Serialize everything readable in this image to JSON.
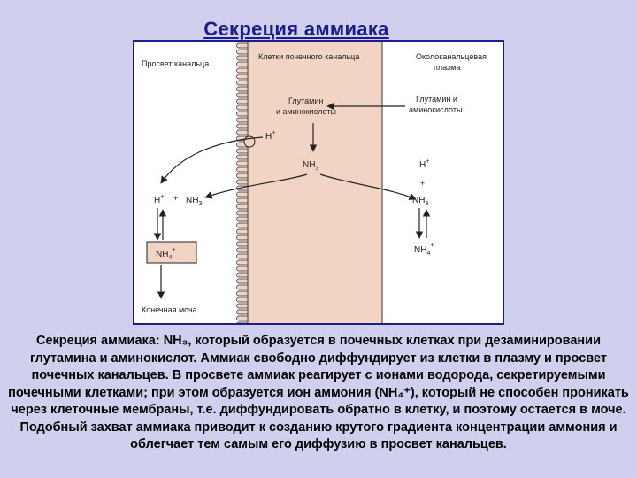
{
  "slide": {
    "title": "Секреция аммиака"
  },
  "diagram": {
    "labels": {
      "lumen": "Просвет канальца",
      "cells": "Клетки почечного канальца",
      "plasma_line1": "Околоканальцевая",
      "plasma_line2": "плазма",
      "glutamine_cell_line1": "Глутамин",
      "glutamine_cell_line2": "и аминокислоты",
      "glutamine_plasma_line1": "Глутамин и",
      "glutamine_plasma_line2": "аминокислоты",
      "h_plus": "H",
      "plus_sign": "+",
      "nh3_base": "NH",
      "nh3_sub": "3",
      "nh4_base": "NH",
      "nh4_sub": "4",
      "nh4_sup": "+",
      "final_urine": "Конечная моча"
    },
    "colors": {
      "cell": "#f2d4c4",
      "frame": "#1c1c8c",
      "box": "#f2d4c4"
    }
  },
  "caption": {
    "text": "Секреция аммиака: NH₃, который образуется в почечных клетках при дезаминировании глутамина и аминокислот. Аммиак свободно диффундирует из клетки в плазму и просвет почечных канальцев. В просвете аммиак реагирует с ионами водорода, секретируемыми почечными клетками; при этом образуется ион аммония (NH₄⁺), который не способен проникать через клеточные мембраны, т.е. диффундировать обратно в клетку, и поэтому остается в моче. Подобный захват аммиака приводит к созданию крутого градиента концентрации аммония и облегчает тем самым его диффузию в просвет канальцев."
  }
}
